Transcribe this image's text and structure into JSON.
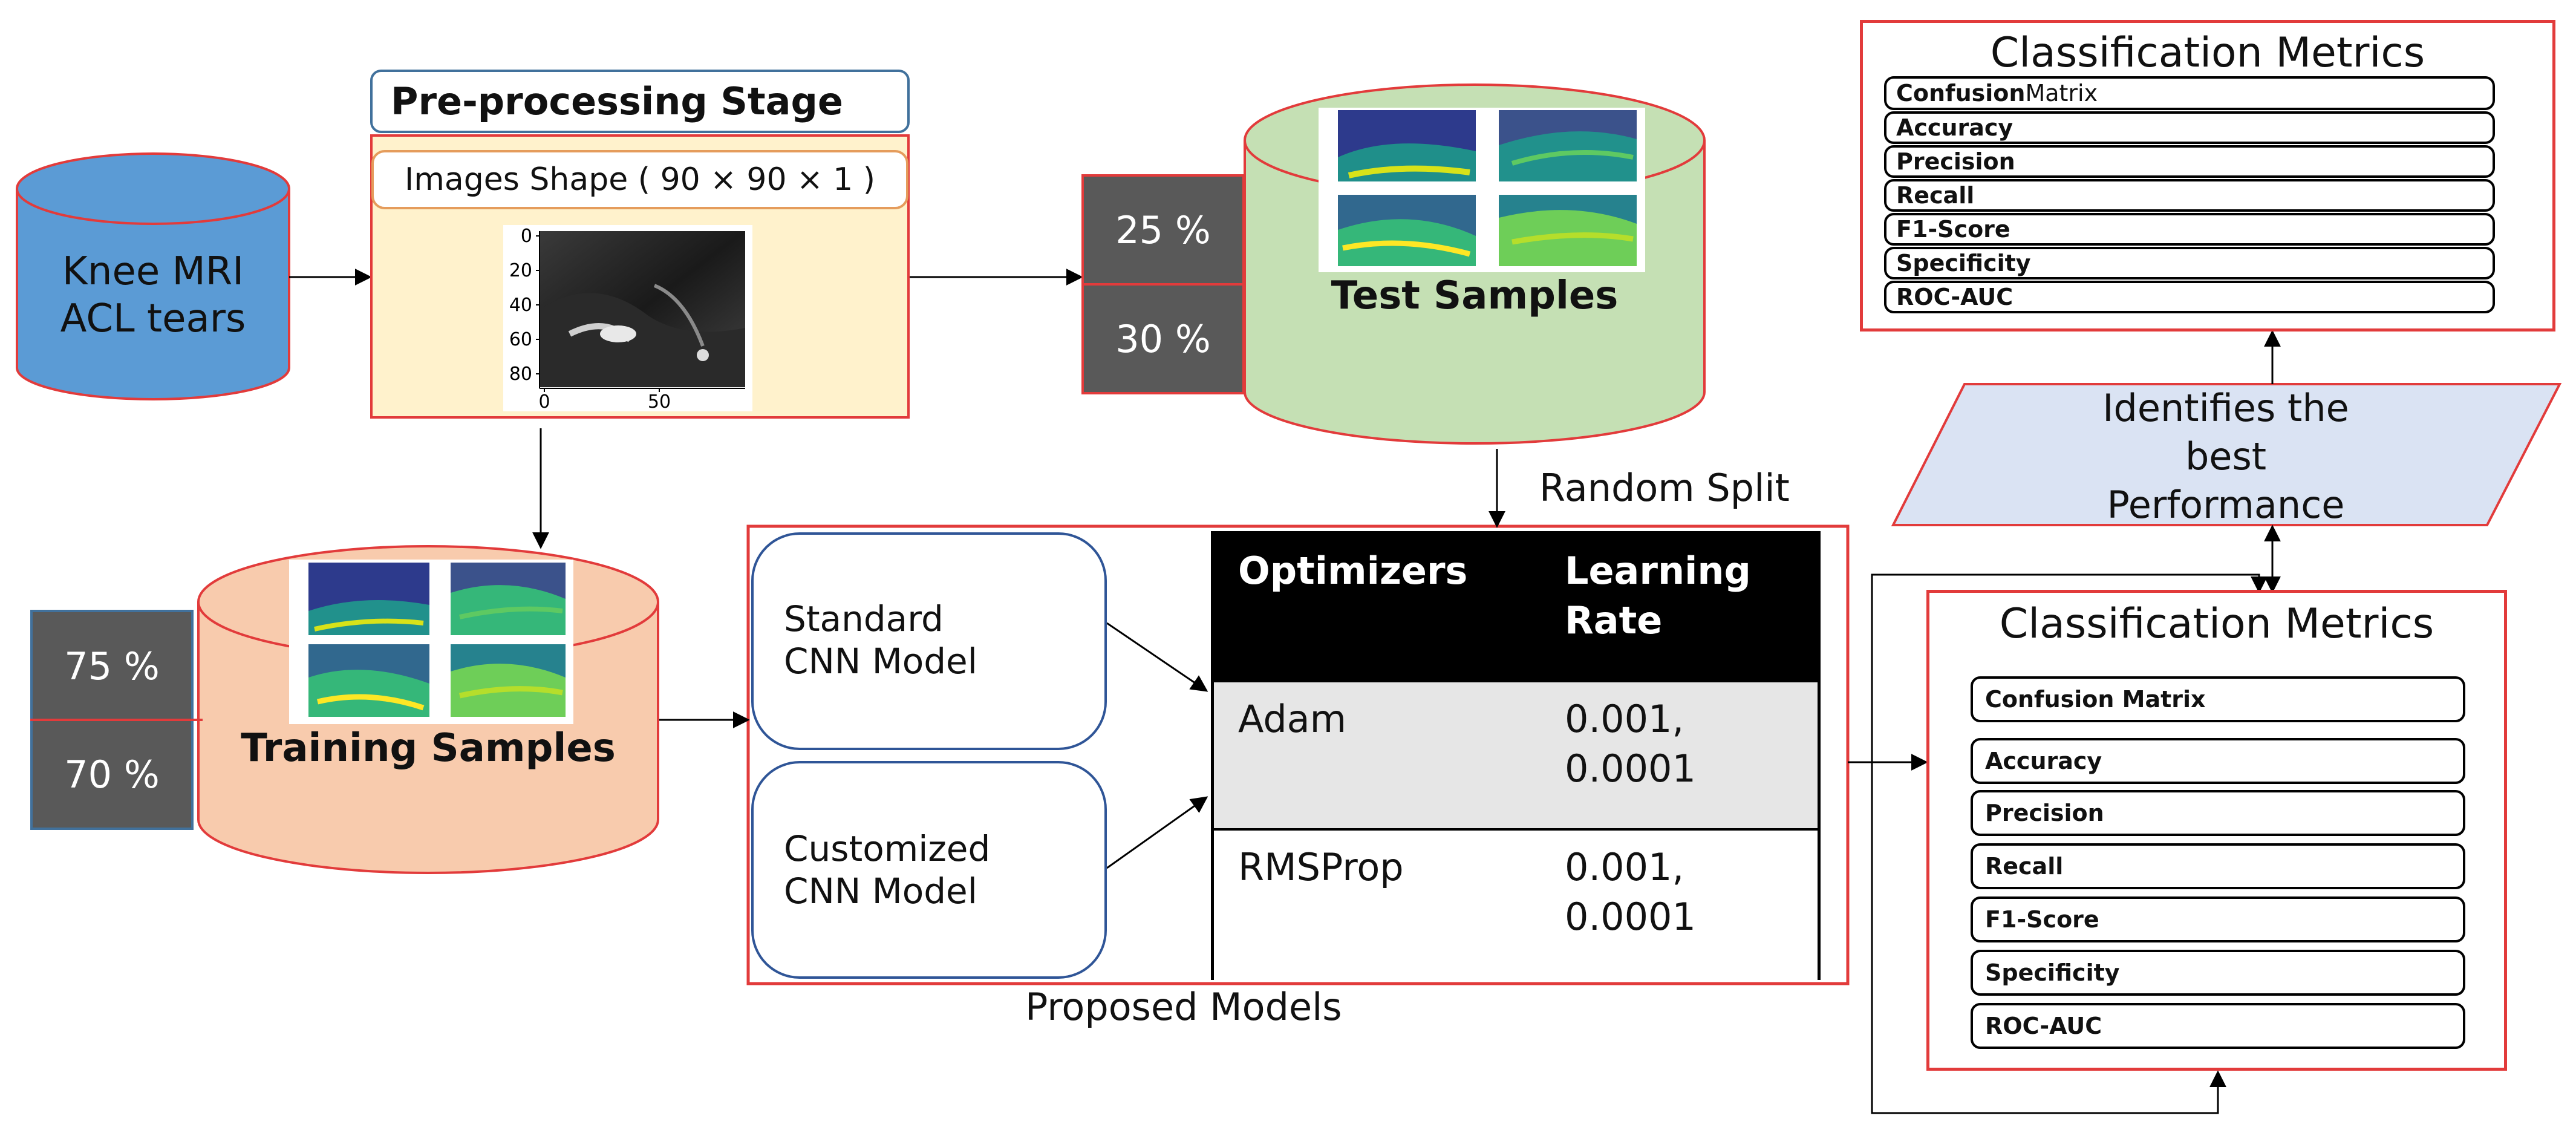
{
  "knee_cylinder": {
    "label_line1": "Knee MRI",
    "label_line2": "ACL tears",
    "color": "#5b9bd5"
  },
  "preprocessing": {
    "title": "Pre-processing Stage",
    "shape_label": "Images Shape ( 90 × 90 × 1 )",
    "plot_y_ticks": [
      "0",
      "20",
      "40",
      "60",
      "80"
    ],
    "plot_x_ticks": [
      "0",
      "50"
    ],
    "fill_color": "#fff2cc"
  },
  "test_cylinder": {
    "label": "Test Samples",
    "color": "#c5e0b4"
  },
  "test_split": {
    "top": "25 %",
    "bottom": "30 %"
  },
  "training_cylinder": {
    "label": "Training Samples",
    "color": "#f8cbad"
  },
  "training_split": {
    "top": "75 %",
    "bottom": "70 %"
  },
  "random_split_label": "Random Split",
  "proposed_models": {
    "caption": "Proposed Models",
    "standard_model": {
      "line1": "Standard",
      "line2": "CNN Model"
    },
    "customized_model": {
      "line1": "Customized",
      "line2": "CNN Model"
    },
    "table": {
      "headers": {
        "optimizers": "Optimizers",
        "learning_rate_line1": "Learning",
        "learning_rate_line2": "Rate"
      },
      "rows": [
        {
          "optimizer": "Adam",
          "rate_line1": "0.001,",
          "rate_line2": "0.0001"
        },
        {
          "optimizer": "RMSProp",
          "rate_line1": "0.001,",
          "rate_line2": "0.0001"
        }
      ]
    }
  },
  "best_performance": {
    "line1": "Identifies the",
    "line2": "best",
    "line3": "Performance",
    "color": "#dae3f3"
  },
  "top_metrics": {
    "title": "Classification Metrics",
    "items": [
      {
        "bold": "Confusion",
        "rest": " Matrix"
      },
      {
        "bold": "Accuracy",
        "rest": ""
      },
      {
        "bold": "Precision",
        "rest": ""
      },
      {
        "bold": "Recall",
        "rest": ""
      },
      {
        "bold": "F1-Score",
        "rest": ""
      },
      {
        "bold": "Specificity",
        "rest": ""
      },
      {
        "bold": "ROC-AUC",
        "rest": ""
      }
    ]
  },
  "bottom_metrics": {
    "title": "Classification Metrics",
    "items": [
      "Confusion Matrix",
      "Accuracy",
      "Precision",
      "Recall",
      "F1-Score",
      "Specificity",
      "ROC-AUC"
    ]
  }
}
